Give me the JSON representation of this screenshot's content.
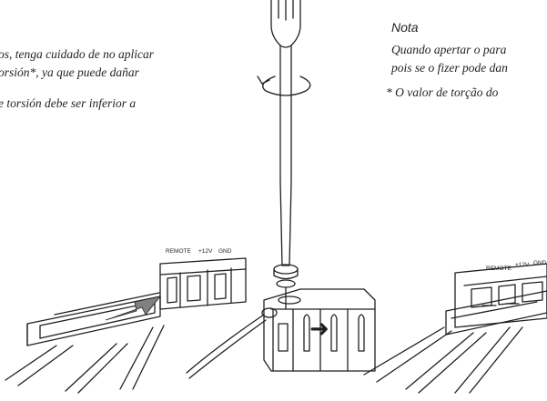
{
  "left_column": {
    "line1": "os, tenga cuidado de no aplicar",
    "line2": "orsión*, ya que puede dañar",
    "line3": "e torsión debe ser inferior a"
  },
  "right_column": {
    "title": "Nota",
    "line1": "Quando apertar o para",
    "line2": "pois se o fizer pode dan",
    "footnote": "*   O valor de torção do"
  },
  "terminal_labels": {
    "remote": "REMOTE",
    "plus12v": "+12V",
    "gnd": "GND"
  },
  "arrow_glyph": "➜",
  "icons": [
    "screwdriver-icon",
    "rotation-arrow-icon",
    "terminal-block-icon",
    "insert-arrow-icon",
    "next-step-arrow-icon"
  ]
}
